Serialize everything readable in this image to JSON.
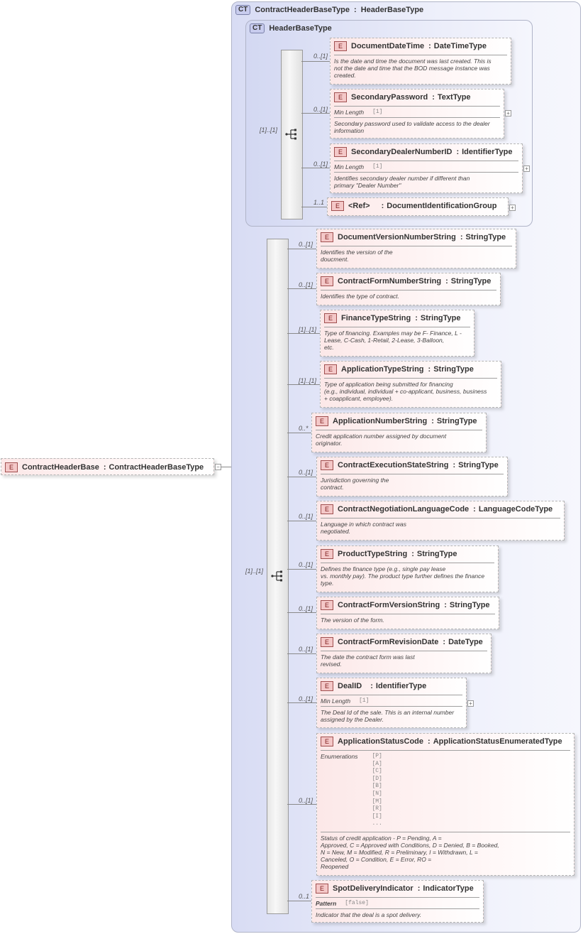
{
  "root": {
    "name": "ContractHeaderBase",
    "type": "ContractHeaderBaseType",
    "badge": "E"
  },
  "outer_ct": {
    "badge": "CT",
    "name": "ContractHeaderBaseType",
    "base": "HeaderBaseType"
  },
  "inner_ct": {
    "badge": "CT",
    "name": "HeaderBaseType"
  },
  "seq_occ": {
    "inner": "[1]..[1]",
    "outer": "[1]..[1]"
  },
  "header_elements": [
    {
      "name": "DocumentDateTime",
      "type": "DateTimeType",
      "occ": "0..[1]",
      "desc": "Is the date and time the document was last created. This is\n    not the date and time that the BOD message instance was\ncreated."
    },
    {
      "name": "SecondaryPassword",
      "type": "TextType",
      "occ": "0..[1]",
      "facet_label": "Min Length",
      "facet_value": "[1]",
      "desc": "Secondary password used to validate access to the dealer\ninformation"
    },
    {
      "name": "SecondaryDealerNumberID",
      "type": "IdentifierType",
      "occ": "0..[1]",
      "facet_label": "Min Length",
      "facet_value": "[1]",
      "desc": "Identifies secondary dealer number if different than\nprimary \"Dealer Number\""
    },
    {
      "name": "<Ref>",
      "type": "DocumentIdentificationGroup",
      "occ": "1..1"
    }
  ],
  "elements": [
    {
      "name": "DocumentVersionNumberString",
      "type": "StringType",
      "occ": "0..[1]",
      "desc": "Identifies the version of the\ndoucment."
    },
    {
      "name": "ContractFormNumberString",
      "type": "StringType",
      "occ": "0..[1]",
      "desc": "Identifies the type of contract."
    },
    {
      "name": "FinanceTypeString",
      "type": "StringType",
      "occ": "[1]..[1]",
      "desc": "Type of financing. Examples may be F- Finance, L -\n    Lease, C-Cash, 1-Retail, 2-Lease, 3-Balloon,\netc."
    },
    {
      "name": "ApplicationTypeString",
      "type": "StringType",
      "occ": "[1]..[1]",
      "desc": "Type of application being submitted for financing\n(e.g., individual, individual + co-applicant, business, business\n+ coapplicant, employee)."
    },
    {
      "name": "ApplicationNumberString",
      "type": "StringType",
      "occ": "0..*",
      "desc": "Credit application number assigned by document\noriginator."
    },
    {
      "name": "ContractExecutionStateString",
      "type": "StringType",
      "occ": "0..[1]",
      "desc": "Jurisdiction governing the\ncontract."
    },
    {
      "name": "ContractNegotiationLanguageCode",
      "type": "LanguageCodeType",
      "occ": "0..[1]",
      "desc": "Language in which contract was\nnegotiated."
    },
    {
      "name": "ProductTypeString",
      "type": "StringType",
      "occ": "0..[1]",
      "desc": "Defines the finance type (e.g., single pay lease\nvs. monthly pay). The product type further defines the finance\ntype."
    },
    {
      "name": "ContractFormVersionString",
      "type": "StringType",
      "occ": "0..[1]",
      "desc": "The version of the form."
    },
    {
      "name": "ContractFormRevisionDate",
      "type": "DateType",
      "occ": "0..[1]",
      "desc": "The date the contract form was last\nrevised."
    },
    {
      "name": "DealID",
      "type": "IdentifierType",
      "occ": "0..[1]",
      "facet_label": "Min Length",
      "facet_value": "[1]",
      "desc": "The Deal Id of the sale. This is an internal number\nassigned by the Dealer."
    },
    {
      "name": "ApplicationStatusCode",
      "type": "ApplicationStatusEnumeratedType",
      "occ": "0..[1]",
      "facet_label": "Enumerations",
      "enums": [
        "[P]",
        "[A]",
        "[C]",
        "[D]",
        "[B]",
        "[N]",
        "[M]",
        "[R]",
        "[I]",
        "..."
      ],
      "desc": "Status of credit application - P = Pending, A =\n    Approved, C = Approved with Conditions, D = Denied, B = Booked,\n    N = New, M = Modified, R = Preliminary, I = Withdrawn, L =\n    Canceled, O = Condition, E = Error, RO =\nReopened"
    },
    {
      "name": "SpotDeliveryIndicator",
      "type": "IndicatorType",
      "occ": "0..1",
      "facet_label": "Pattern",
      "facet_value": "[false]",
      "desc": "Indicator that the deal is a spot delivery."
    }
  ]
}
